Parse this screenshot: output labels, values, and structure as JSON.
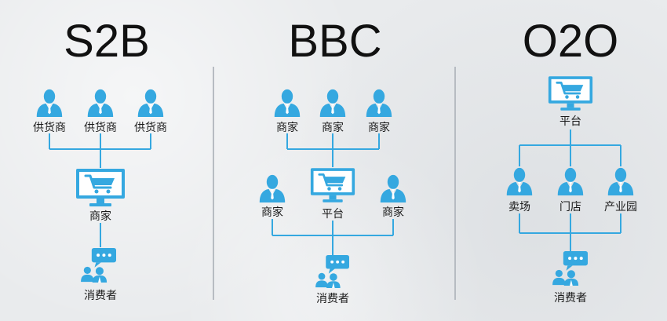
{
  "colors": {
    "accent": "#35a8e0",
    "text": "#1a1a1a",
    "background": "#e9ebed",
    "divider": "#b7bcc2"
  },
  "s2b": {
    "title": "S2B",
    "suppliers": [
      "供货商",
      "供货商",
      "供货商"
    ],
    "merchant": "商家",
    "consumer": "消费者"
  },
  "bbc": {
    "title": "BBC",
    "top_merchants": [
      "商家",
      "商家",
      "商家"
    ],
    "left_merchant": "商家",
    "platform": "平台",
    "right_merchant": "商家",
    "consumer": "消费者"
  },
  "o2o": {
    "title": "O2O",
    "platform": "平台",
    "outlets": [
      "卖场",
      "门店",
      "产业园"
    ],
    "consumer": "消费者"
  }
}
